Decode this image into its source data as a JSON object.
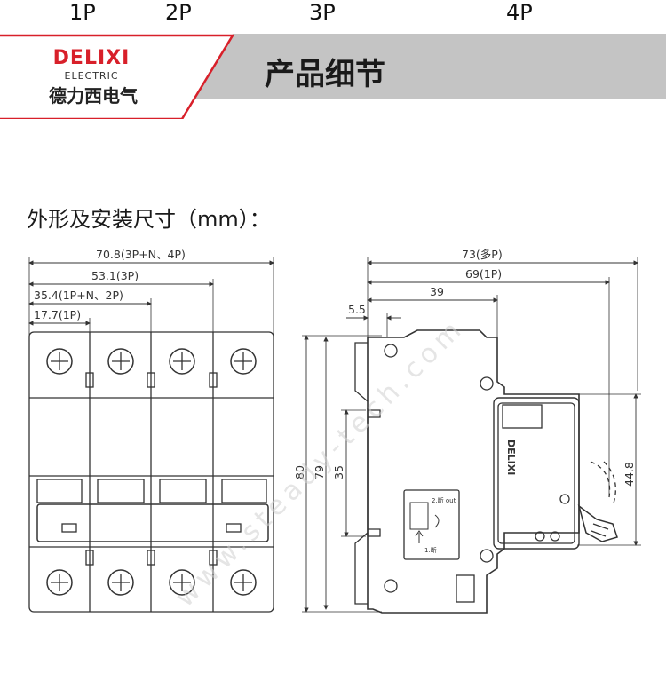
{
  "poles": [
    "1P",
    "2P",
    "3P",
    "4P"
  ],
  "brand": {
    "name": "DELIXI",
    "subtitle": "ELECTRIC",
    "chinese": "德力西电气"
  },
  "section_title": "产品细节",
  "dims_title": "外形及安装尺寸（mm）：",
  "front_view": {
    "dims": [
      "70.8(3P+N、4P)",
      "53.1(3P)",
      "35.4(1P+N、2P)",
      "17.7(1P)"
    ]
  },
  "side_view": {
    "top_dims": [
      "73(多P)",
      "69(1P)",
      "39",
      "5.5"
    ],
    "vertical_dims": [
      "80",
      "79",
      "35",
      "44.8"
    ],
    "label_text": [
      "2.断 out",
      "1.断"
    ],
    "nameplate": "DELIXI"
  },
  "watermark": "www.steady-tech.com",
  "colors": {
    "brand_red": "#d8202a",
    "banner_gray": "#c4c4c4",
    "line": "#333333",
    "watermark": "#d0d0d0"
  }
}
